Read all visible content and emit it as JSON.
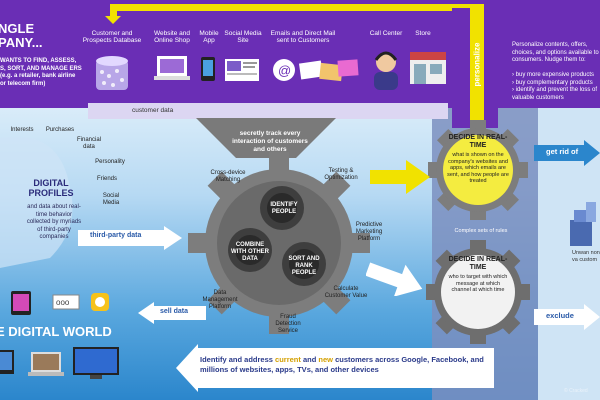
{
  "left_panel": {
    "title_l1": "NGLE",
    "title_l2": "PANY...",
    "subtitle": "WANTS TO FIND, ASSESS, S, SORT, AND MANAGE ERS (e.g. a retailer, bank airline or telecom firm)"
  },
  "top_icons": [
    {
      "label": "Customer and Prospects Database"
    },
    {
      "label": "Website and Online Shop"
    },
    {
      "label": "Mobile App"
    },
    {
      "label": "Social Media Site"
    },
    {
      "label": "Emails and Direct Mail sent to Customers"
    },
    {
      "label": "Call Center"
    },
    {
      "label": "Store"
    }
  ],
  "customer_data_label": "customer data",
  "personalize_label": "personalize",
  "right_panel": {
    "intro": "Personalize contents, offers, choices, and options available to consumers. Nudge them to:",
    "bullet_1": "buy more expensive products",
    "bullet_2": "buy complementary products",
    "bullet_3": "identify and prevent the loss of valuable customers"
  },
  "funnel_text": "secretly track every interaction of customers and others",
  "digital_world": {
    "profile_title": "DIGITAL PROFILES",
    "profile_desc": "and data about real-time behavior collected by myriads of third-party companies",
    "interests": "Interests",
    "purchases": "Purchases",
    "financial": "Financial data",
    "personality": "Personality",
    "friends": "Friends",
    "social": "Social Media",
    "heading": "E DIGITAL WORLD"
  },
  "third_party_label": "third-party data",
  "sell_data_label": "sell data",
  "big_gear": {
    "identify": "IDENTIFY PEOPLE",
    "combine": "COMBINE WITH OTHER DATA",
    "sort": "SORT AND RANK PEOPLE"
  },
  "around_gear": {
    "cross_device": "Cross-device Matching",
    "testing": "Testing & Optimization",
    "predictive": "Predictive Marketing Platform",
    "calc_value": "Calculate Customer Value",
    "fraud": "Fraud Detection Service",
    "dmp": "Data Management Platform"
  },
  "decide_top": {
    "title": "DECIDE IN REAL-TIME",
    "desc": "what is shown on the company's websites and apps, which emails are sent, and how people are treated"
  },
  "complex_rules": "Complex sets of rules",
  "decide_bottom": {
    "title": "DECIDE IN REAL-TIME",
    "desc": "who to target with which message at which channel at which time"
  },
  "get_rid_label": "get rid of",
  "exclude_label": "exclude",
  "unwanted_label": "Unwan non-va custom",
  "bottom_text_pre": "Identify and address ",
  "bottom_current": "current",
  "bottom_and": " and ",
  "bottom_new": "new",
  "bottom_text_post": " customers across Google, Facebook, and millions of websites, apps, TVs, and other devices",
  "credit": "© Cracked",
  "colors": {
    "purple": "#6a2eb5",
    "yellow": "#f1e200",
    "gear": "#5a5a5a",
    "blue": "#2f8fd0"
  }
}
